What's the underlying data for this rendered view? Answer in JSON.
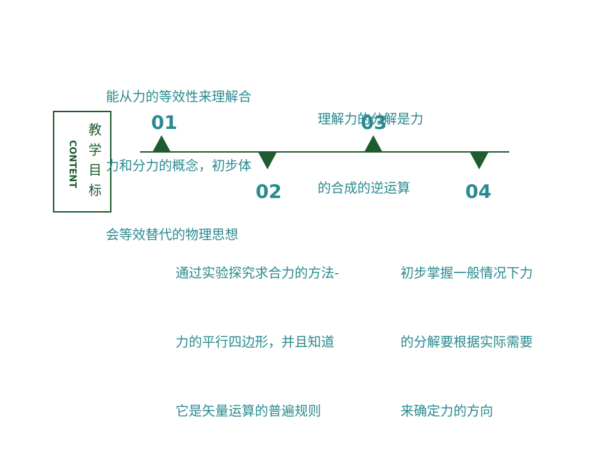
{
  "sidebar": {
    "content_en": "CONTENT",
    "content_zh": "教学目标"
  },
  "items": [
    {
      "number": "01",
      "lines": [
        "能从力的等效性来理解合",
        "力和分力的概念，初步体",
        "会等效替代的物理思想"
      ]
    },
    {
      "number": "02",
      "lines": [
        "通过实验探究求合力的方法-",
        "力的平行四边形，并且知道",
        "它是矢量运算的普遍规则"
      ]
    },
    {
      "number": "03",
      "lines": [
        "理解力的分解是力",
        "的合成的逆运算"
      ]
    },
    {
      "number": "04",
      "lines": [
        "初步掌握一般情况下力",
        "的分解要根据实际需要",
        "来确定力的方向"
      ]
    }
  ],
  "colors": {
    "dark_green": "#1e5b2e",
    "teal": "#2a8a8f"
  }
}
